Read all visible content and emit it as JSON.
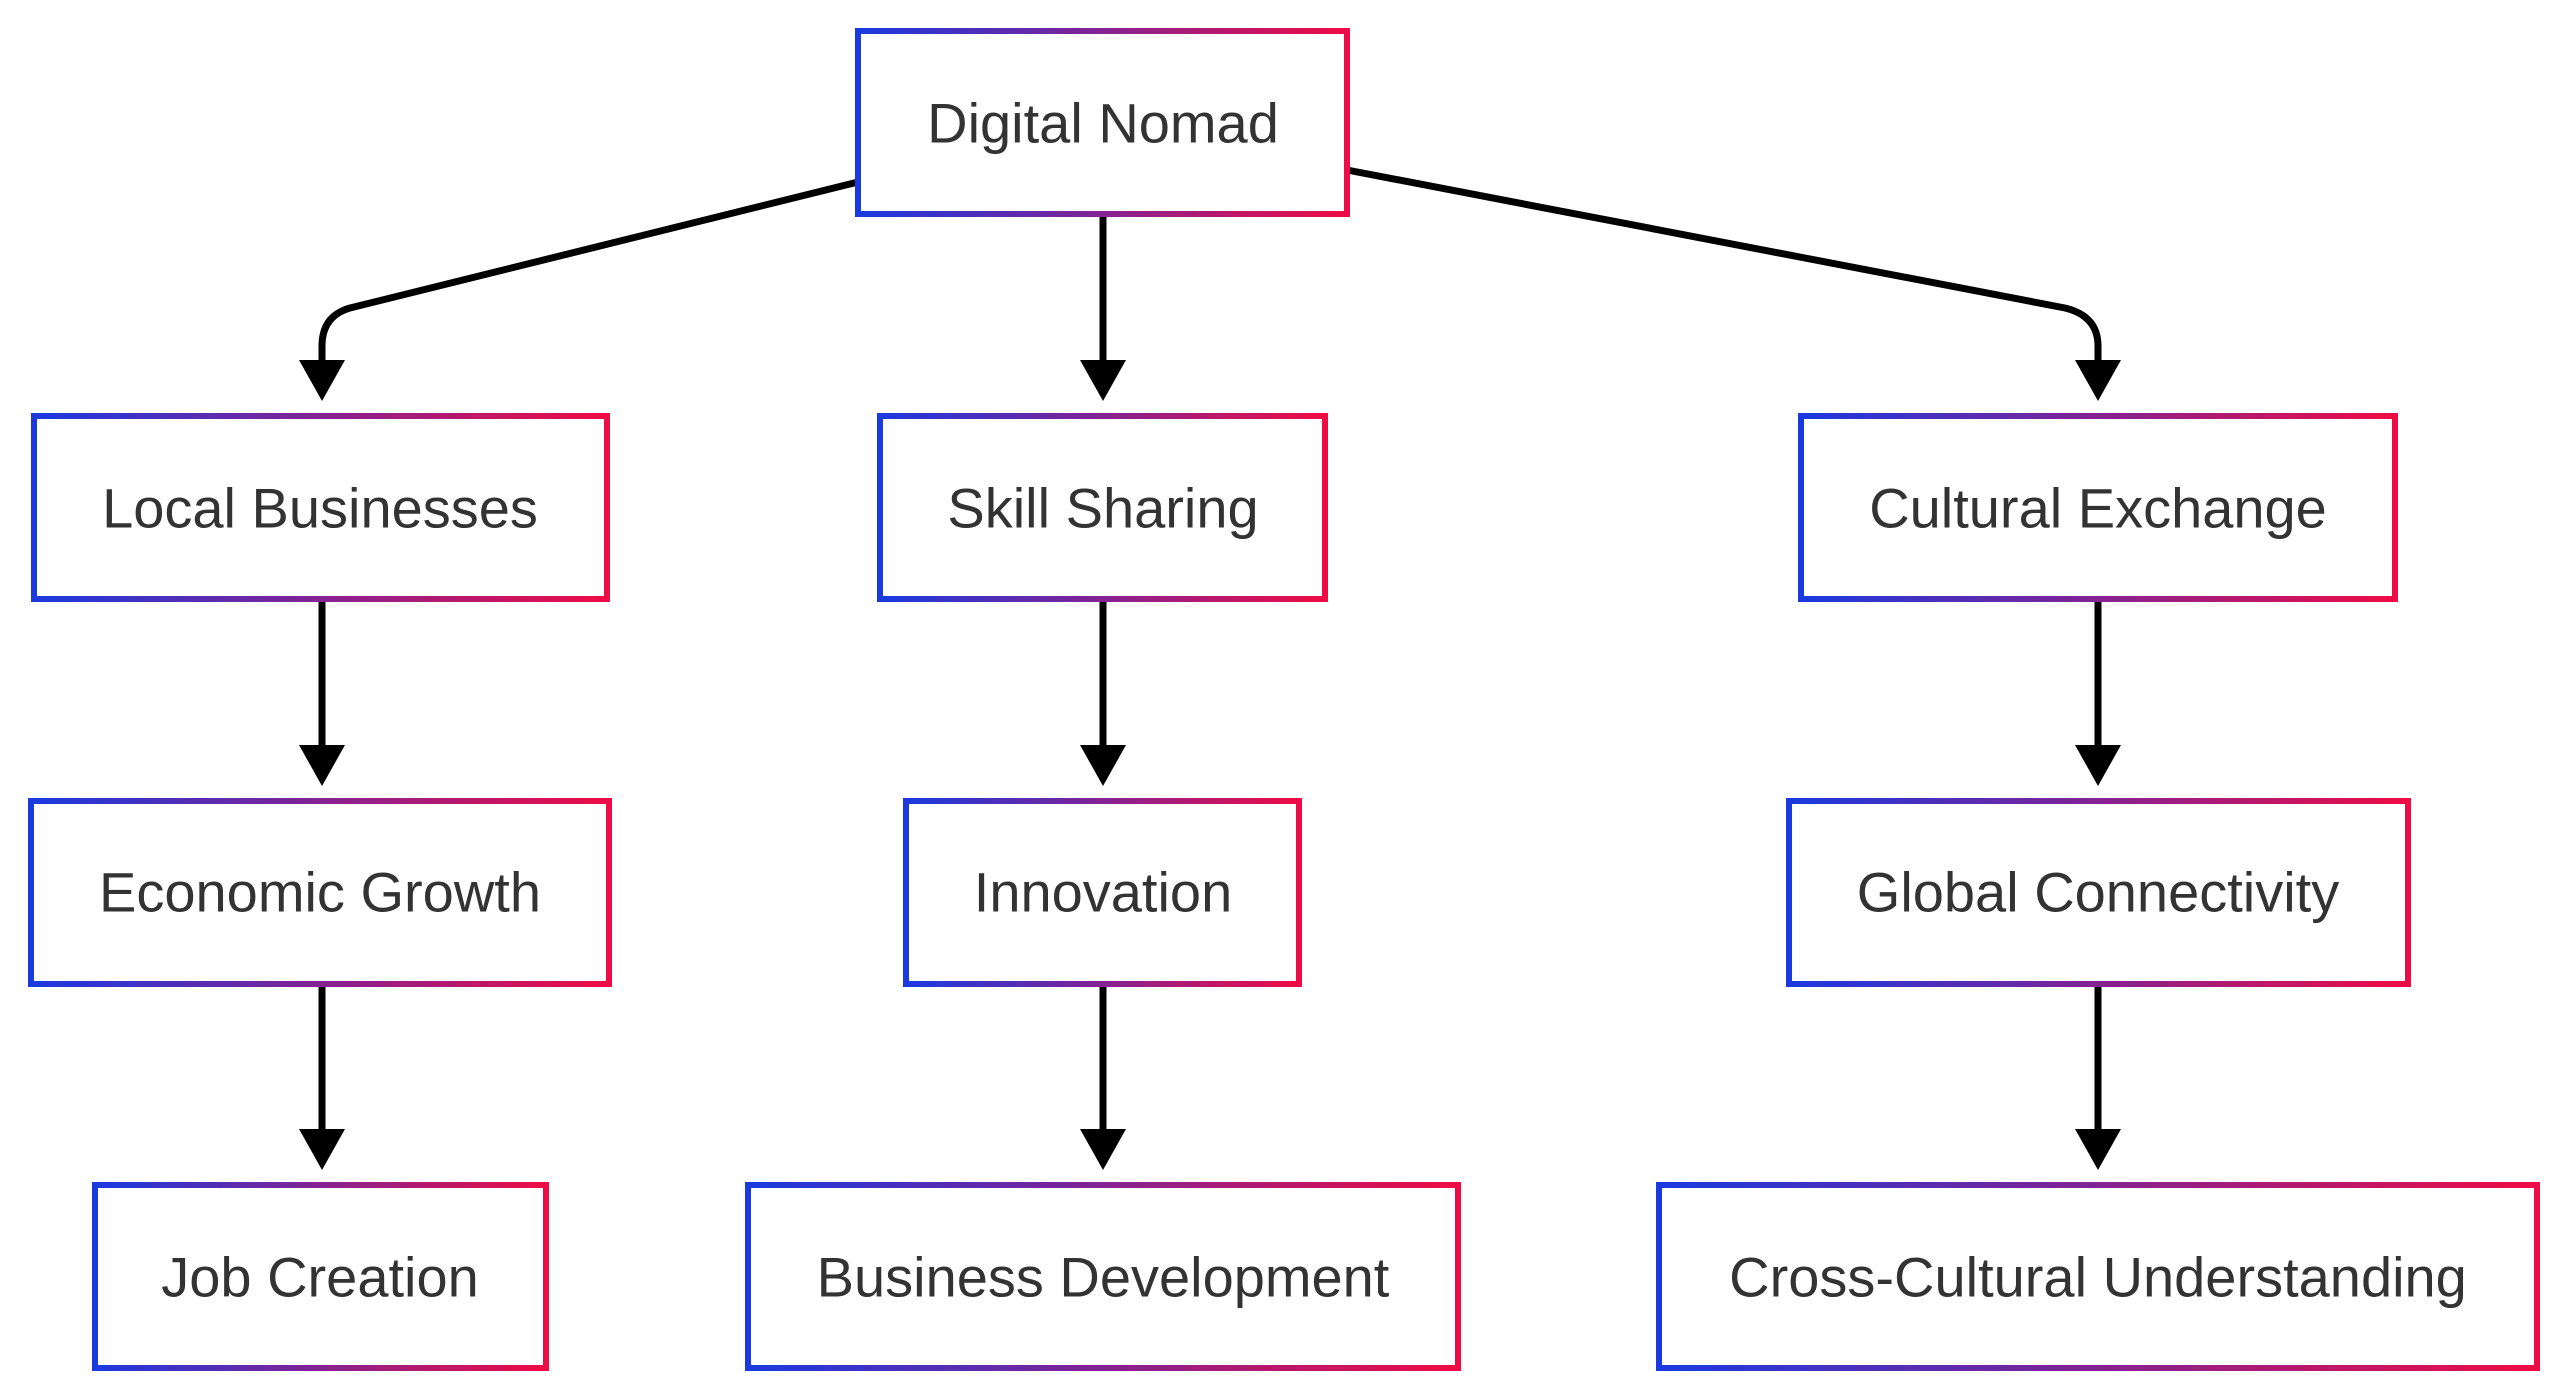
{
  "diagram": {
    "type": "flowchart",
    "colors": {
      "border_start": "#1a3ae0",
      "border_end": "#ee0c45",
      "edge": "#000000",
      "text": "#333333",
      "background": "#ffffff"
    },
    "nodes": {
      "digital_nomad": "Digital Nomad",
      "local_businesses": "Local Businesses",
      "skill_sharing": "Skill Sharing",
      "cultural_exchange": "Cultural Exchange",
      "economic_growth": "Economic Growth",
      "innovation": "Innovation",
      "global_connectivity": "Global Connectivity",
      "job_creation": "Job Creation",
      "business_development": "Business Development",
      "cross_cultural_understanding": "Cross-Cultural Understanding"
    },
    "edges": [
      {
        "from": "digital_nomad",
        "to": "local_businesses"
      },
      {
        "from": "digital_nomad",
        "to": "skill_sharing"
      },
      {
        "from": "digital_nomad",
        "to": "cultural_exchange"
      },
      {
        "from": "local_businesses",
        "to": "economic_growth"
      },
      {
        "from": "skill_sharing",
        "to": "innovation"
      },
      {
        "from": "cultural_exchange",
        "to": "global_connectivity"
      },
      {
        "from": "economic_growth",
        "to": "job_creation"
      },
      {
        "from": "innovation",
        "to": "business_development"
      },
      {
        "from": "global_connectivity",
        "to": "cross_cultural_understanding"
      }
    ]
  }
}
